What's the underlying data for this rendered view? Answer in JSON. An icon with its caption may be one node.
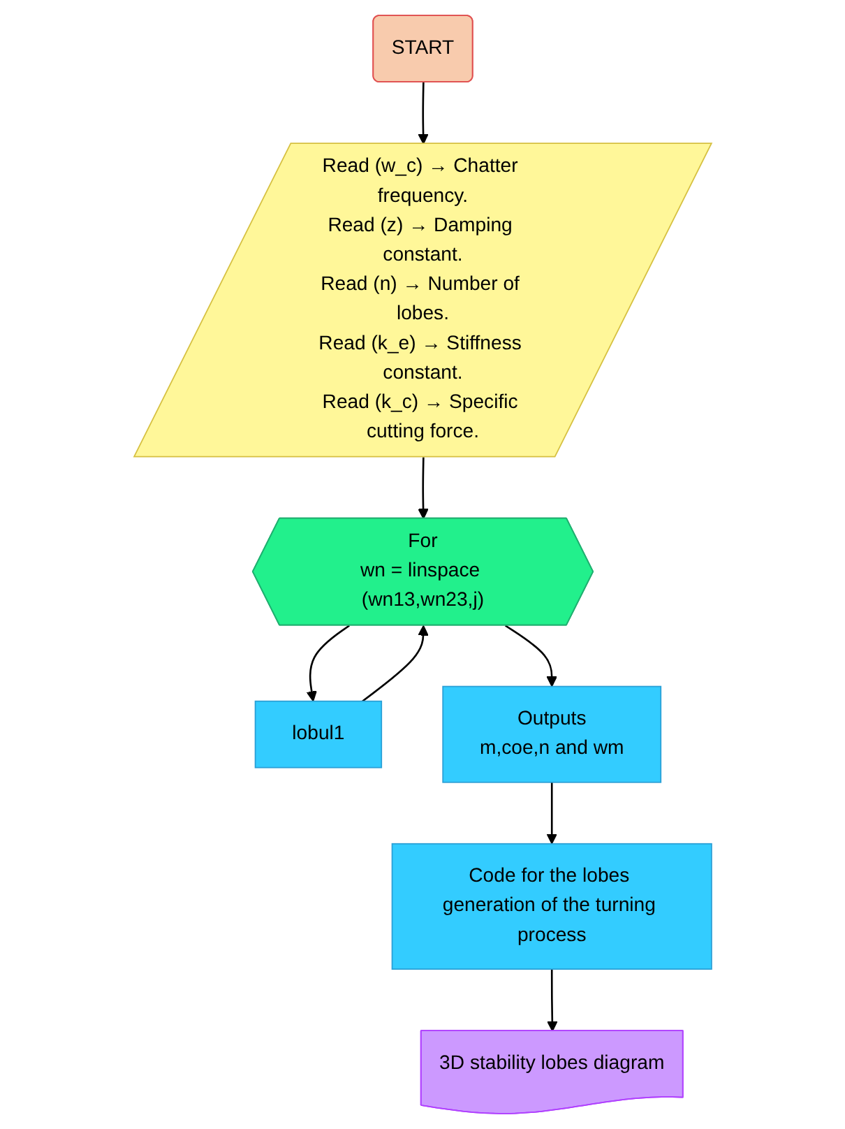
{
  "diagram": {
    "nodes": [
      {
        "text": [
          "START"
        ]
      },
      {
        "text": [
          "Read (w_c) → Chatter frequency.",
          "Read (z) → Damping constant.",
          "Read (n) → Number of lobes.",
          "Read (k_e) → Stiffness constant.",
          "Read (k_c) → Specific cutting force."
        ]
      },
      {
        "text": [
          "For",
          "wn = linspace (wn13,wn23,j)"
        ]
      },
      {
        "text": [
          "lobul1"
        ]
      },
      {
        "text": [
          "Outputs",
          "m,coe,n and wm"
        ]
      },
      {
        "text": [
          "Code for the lobes generation of the turning process"
        ]
      },
      {
        "text": [
          "3D stability lobes diagram"
        ]
      }
    ],
    "edges": [
      {
        "from": 0,
        "to": 1,
        "arrow": "to"
      },
      {
        "from": 1,
        "to": 2,
        "arrow": "to"
      },
      {
        "from": 2,
        "to": 3,
        "arrow": "to"
      },
      {
        "from": 3,
        "to": 2,
        "arrow": "to"
      },
      {
        "from": 2,
        "to": 4,
        "arrow": "to"
      },
      {
        "from": 4,
        "to": 5,
        "arrow": "to"
      },
      {
        "from": 5,
        "to": 6,
        "arrow": "to"
      }
    ]
  }
}
